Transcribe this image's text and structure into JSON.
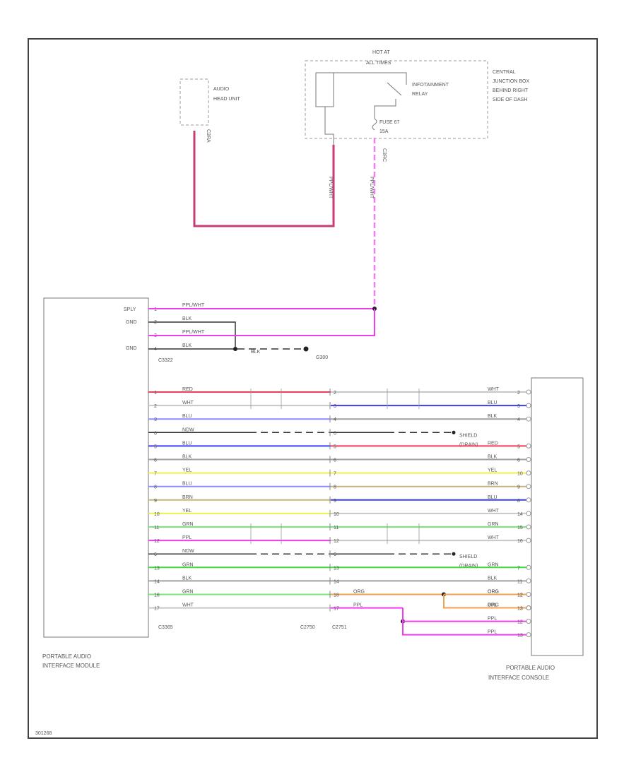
{
  "labels": {
    "hot_at": "HOT AT",
    "all_times": "ALL TIMES",
    "relay": [
      "INFOTAINMENT",
      "RELAY"
    ],
    "cjb": [
      "CENTRAL",
      "JUNCTION BOX",
      "BEHIND RIGHT",
      "SIDE OF DASH"
    ],
    "audio_head_unit": [
      "AUDIO",
      "HEAD UNIT"
    ],
    "fuse": [
      "FUSE 67",
      "15A"
    ],
    "c_head": "C3RA",
    "c_cjb": "C3RC",
    "wire_head": "PPL/WHT",
    "wire_fuse": "PPL/WHT",
    "module_pins": [
      "SPLY",
      "GND",
      "",
      "GND"
    ],
    "module_pin_numbers": [
      "1",
      "2",
      "3",
      "4"
    ],
    "module_wires": [
      "PPL/WHT",
      "BLK",
      "PPL/WHT",
      "BLK"
    ],
    "c_module_top": "C3322",
    "ground_wire": "BLK",
    "ground_label": "G300",
    "c_module": "C3365",
    "c2750": "C2750",
    "c2751": "C2751",
    "module_name": [
      "PORTABLE AUDIO",
      "INTERFACE MODULE"
    ],
    "console_name": [
      "PORTABLE AUDIO",
      "INTERFACE CONSOLE"
    ],
    "shield": [
      "SHIELD",
      "(DRAIN)"
    ],
    "figure_id": "301268"
  },
  "rows": [
    {
      "pin": "1",
      "lcolor": "RED",
      "lhex": "#f03c5a",
      "rpin": "2",
      "rcolor": "WHT",
      "rhex": "#c8c8c8",
      "cpin": "2"
    },
    {
      "pin": "2",
      "lcolor": "WHT",
      "lhex": "#c8c8c8",
      "rpin": "3",
      "rcolor": "BLU",
      "rhex": "#3c3cf0",
      "cpin": "3"
    },
    {
      "pin": "3",
      "lcolor": "BLU",
      "lhex": "#8c8cff",
      "rpin": "4",
      "rcolor": "BLK",
      "rhex": "#a0a0a0",
      "cpin": "4"
    },
    {
      "pin": "6",
      "lcolor": "NDW",
      "lhex": "#333333",
      "rpin": "6",
      "rcolor": "NDW",
      "rhex": "#333333",
      "cpin": "",
      "drain": true
    },
    {
      "pin": "5",
      "lcolor": "BLU",
      "lhex": "#3c3cf0",
      "rpin": "5",
      "rcolor": "RED",
      "rhex": "#f03c5a",
      "cpin": "5"
    },
    {
      "pin": "6",
      "lcolor": "BLK",
      "lhex": "#a0a0a0",
      "rpin": "6",
      "rcolor": "BLK",
      "rhex": "#a0a0a0",
      "cpin": "6"
    },
    {
      "pin": "7",
      "lcolor": "YEL",
      "lhex": "#f0f04a",
      "rpin": "7",
      "rcolor": "YEL",
      "rhex": "#f0f04a",
      "cpin": "10"
    },
    {
      "pin": "8",
      "lcolor": "BLU",
      "lhex": "#8c8cff",
      "rpin": "8",
      "rcolor": "BRN",
      "rhex": "#c8b478",
      "cpin": "9"
    },
    {
      "pin": "9",
      "lcolor": "BRN",
      "lhex": "#c8b478",
      "rpin": "9",
      "rcolor": "BLU",
      "rhex": "#3c3cf0",
      "cpin": "8"
    },
    {
      "pin": "10",
      "lcolor": "YEL",
      "lhex": "#f0f04a",
      "rpin": "10",
      "rcolor": "WHT",
      "rhex": "#c8c8c8",
      "cpin": "14"
    },
    {
      "pin": "11",
      "lcolor": "GRN",
      "lhex": "#78e678",
      "rpin": "11",
      "rcolor": "GRN",
      "rhex": "#78e678",
      "cpin": "15"
    },
    {
      "pin": "12",
      "lcolor": "PPL",
      "lhex": "#f03cf0",
      "rpin": "12",
      "rcolor": "WHT",
      "rhex": "#c8c8c8",
      "cpin": "16"
    },
    {
      "pin": "6",
      "lcolor": "NDW",
      "lhex": "#333333",
      "rpin": "6",
      "rcolor": "NDW",
      "rhex": "#333333",
      "cpin": "",
      "drain": true
    },
    {
      "pin": "13",
      "lcolor": "GRN",
      "lhex": "#3cdc3c",
      "rpin": "13",
      "rcolor": "GRN",
      "rhex": "#3cdc3c",
      "cpin": "7"
    },
    {
      "pin": "14",
      "lcolor": "BLK",
      "lhex": "#a0a0a0",
      "rpin": "14",
      "rcolor": "BLK",
      "rhex": "#a0a0a0",
      "cpin": "11"
    },
    {
      "pin": "16",
      "lcolor": "GRN",
      "lhex": "#78e678",
      "rpin": "16",
      "rcolor": "ORG",
      "rhex": "#f0a050",
      "cpin": "12"
    },
    {
      "pin": "17",
      "lcolor": "WHT",
      "lhex": "#c8c8c8",
      "rpin": "17",
      "rcolor": "PPL",
      "rhex": "#f03cf0",
      "cpin": "13"
    }
  ],
  "extra_console": [
    {
      "color": "ORG",
      "hex": "#f0a050",
      "pin": "13"
    },
    {
      "color": "PPL",
      "hex": "#f03cf0",
      "pin": "12"
    },
    {
      "color": "PPL",
      "hex": "#f03cf0",
      "pin": "13"
    }
  ],
  "colors": {
    "frame": "#444444",
    "dashed_box": "#999999",
    "head_wire": "#c83c78",
    "fuse_wire": "#f080f0",
    "ppl": "#f03cf0",
    "blk": "#333333",
    "text": "#555555"
  }
}
